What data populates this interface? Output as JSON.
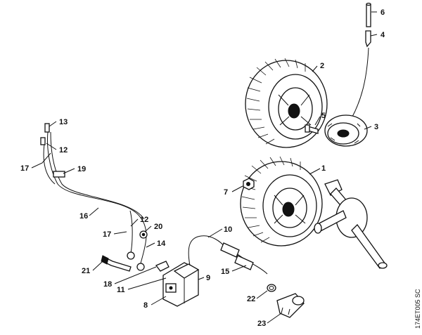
{
  "diagram": {
    "drawing_code": "174ET005 SC",
    "callouts": {
      "c1": "1",
      "c2": "2",
      "c3": "3",
      "c4": "4",
      "c5": "5",
      "c6": "6",
      "c7": "7",
      "c8": "8",
      "c9": "9",
      "c10": "10",
      "c11": "11",
      "c12a": "12",
      "c12b": "12",
      "c13": "13",
      "c14": "14",
      "c15": "15",
      "c16": "16",
      "c17a": "17",
      "c17b": "17",
      "c18": "18",
      "c19": "19",
      "c20": "20",
      "c21": "21",
      "c22": "22",
      "c23": "23"
    }
  }
}
